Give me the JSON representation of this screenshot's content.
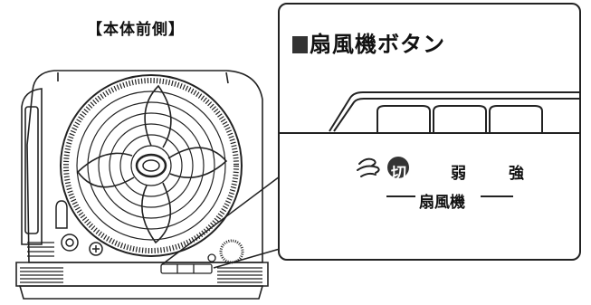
{
  "header": {
    "front_label": "【本体前側】"
  },
  "panel": {
    "title": "扇風機ボタン",
    "buttons": [
      {
        "label": "切",
        "active": true
      },
      {
        "label": "弱",
        "active": false
      },
      {
        "label": "強",
        "active": false
      }
    ],
    "group_label": "扇風機",
    "fan_icon": "wind-icon"
  },
  "colors": {
    "line": "#222222",
    "fill_dark": "#333333",
    "background": "#ffffff"
  }
}
